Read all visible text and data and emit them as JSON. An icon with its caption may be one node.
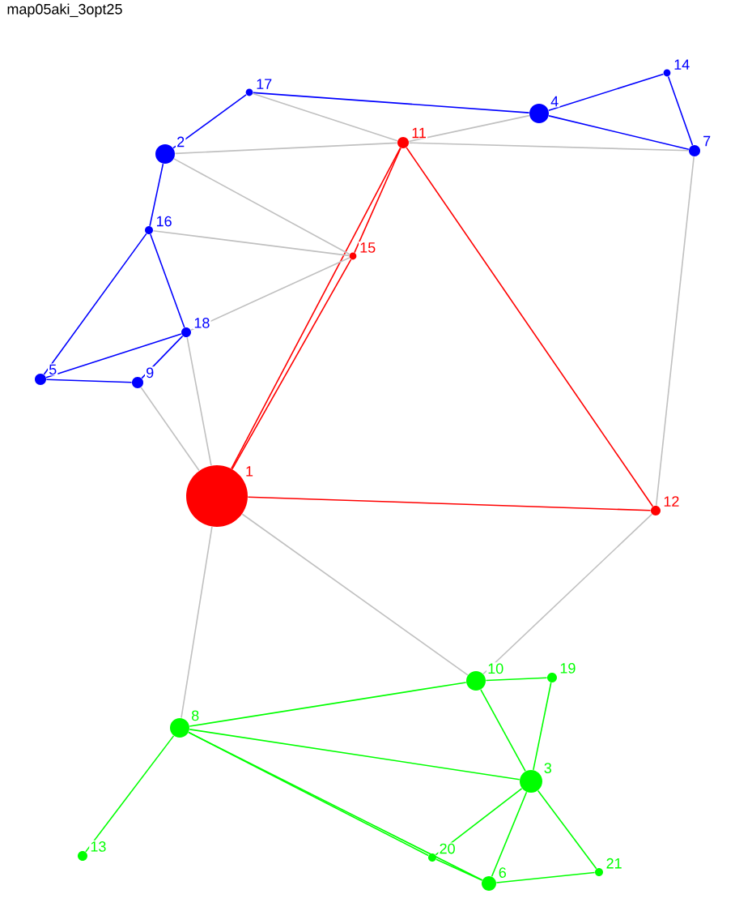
{
  "diagram": {
    "title": "map05aki_3opt25",
    "nodes": [
      {
        "text": [],
        "shape": "circle",
        "beside": [
          "1"
        ]
      },
      {
        "text": [],
        "shape": "circle",
        "beside": [
          "2"
        ]
      },
      {
        "text": [],
        "shape": "circle",
        "beside": [
          "3"
        ]
      },
      {
        "text": [],
        "shape": "circle",
        "beside": [
          "4"
        ]
      },
      {
        "text": [],
        "shape": "circle",
        "beside": [
          "5"
        ]
      },
      {
        "text": [],
        "shape": "circle",
        "beside": [
          "6"
        ]
      },
      {
        "text": [],
        "shape": "circle",
        "beside": [
          "7"
        ]
      },
      {
        "text": [],
        "shape": "circle",
        "beside": [
          "8"
        ]
      },
      {
        "text": [],
        "shape": "circle",
        "beside": [
          "9"
        ]
      },
      {
        "text": [],
        "shape": "circle",
        "beside": [
          "10"
        ]
      },
      {
        "text": [],
        "shape": "circle",
        "beside": [
          "11"
        ]
      },
      {
        "text": [],
        "shape": "circle",
        "beside": [
          "12"
        ]
      },
      {
        "text": [],
        "shape": "circle",
        "beside": [
          "13"
        ]
      },
      {
        "text": [],
        "shape": "circle",
        "beside": [
          "14"
        ]
      },
      {
        "text": [],
        "shape": "circle",
        "beside": [
          "15"
        ]
      },
      {
        "text": [],
        "shape": "circle",
        "beside": [
          "16"
        ]
      },
      {
        "text": [],
        "shape": "circle",
        "beside": [
          "17"
        ]
      },
      {
        "text": [],
        "shape": "circle",
        "beside": [
          "18"
        ]
      },
      {
        "text": [],
        "shape": "circle",
        "beside": [
          "19"
        ]
      },
      {
        "text": [],
        "shape": "circle",
        "beside": [
          "20"
        ]
      },
      {
        "text": [],
        "shape": "circle",
        "beside": [
          "21"
        ]
      }
    ],
    "edges": [
      {
        "from": 16,
        "to": 1,
        "arrow": "none",
        "color": "#0000ff"
      },
      {
        "from": 16,
        "to": 3,
        "arrow": "none",
        "color": "#0000ff"
      },
      {
        "from": 3,
        "to": 13,
        "arrow": "none",
        "color": "#0000ff"
      },
      {
        "from": 3,
        "to": 6,
        "arrow": "none",
        "color": "#0000ff"
      },
      {
        "from": 13,
        "to": 6,
        "arrow": "none",
        "color": "#0000ff"
      },
      {
        "from": 1,
        "to": 15,
        "arrow": "none",
        "color": "#0000ff"
      },
      {
        "from": 15,
        "to": 4,
        "arrow": "none",
        "color": "#0000ff"
      },
      {
        "from": 15,
        "to": 17,
        "arrow": "none",
        "color": "#0000ff"
      },
      {
        "from": 4,
        "to": 17,
        "arrow": "none",
        "color": "#0000ff"
      },
      {
        "from": 4,
        "to": 8,
        "arrow": "none",
        "color": "#0000ff"
      },
      {
        "from": 8,
        "to": 17,
        "arrow": "none",
        "color": "#0000ff"
      },
      {
        "from": 0,
        "to": 10,
        "arrow": "none",
        "color": "#ff0000"
      },
      {
        "from": 0,
        "to": 14,
        "arrow": "none",
        "color": "#ff0000"
      },
      {
        "from": 14,
        "to": 10,
        "arrow": "none",
        "color": "#ff0000"
      },
      {
        "from": 10,
        "to": 11,
        "arrow": "none",
        "color": "#ff0000"
      },
      {
        "from": 0,
        "to": 11,
        "arrow": "none",
        "color": "#ff0000"
      },
      {
        "from": 16,
        "to": 10,
        "arrow": "none",
        "color": "#c0c0c0"
      },
      {
        "from": 1,
        "to": 10,
        "arrow": "none",
        "color": "#c0c0c0"
      },
      {
        "from": 10,
        "to": 3,
        "arrow": "none",
        "color": "#c0c0c0"
      },
      {
        "from": 10,
        "to": 6,
        "arrow": "none",
        "color": "#c0c0c0"
      },
      {
        "from": 1,
        "to": 14,
        "arrow": "none",
        "color": "#c0c0c0"
      },
      {
        "from": 15,
        "to": 14,
        "arrow": "none",
        "color": "#c0c0c0"
      },
      {
        "from": 17,
        "to": 14,
        "arrow": "none",
        "color": "#c0c0c0"
      },
      {
        "from": 6,
        "to": 11,
        "arrow": "none",
        "color": "#c0c0c0"
      },
      {
        "from": 17,
        "to": 0,
        "arrow": "none",
        "color": "#c0c0c0"
      },
      {
        "from": 8,
        "to": 0,
        "arrow": "none",
        "color": "#c0c0c0"
      },
      {
        "from": 0,
        "to": 7,
        "arrow": "none",
        "color": "#c0c0c0"
      },
      {
        "from": 0,
        "to": 9,
        "arrow": "none",
        "color": "#c0c0c0"
      },
      {
        "from": 11,
        "to": 9,
        "arrow": "none",
        "color": "#c0c0c0"
      },
      {
        "from": 7,
        "to": 9,
        "arrow": "none",
        "color": "#00ff00"
      },
      {
        "from": 9,
        "to": 18,
        "arrow": "none",
        "color": "#00ff00"
      },
      {
        "from": 9,
        "to": 2,
        "arrow": "none",
        "color": "#00ff00"
      },
      {
        "from": 18,
        "to": 2,
        "arrow": "none",
        "color": "#00ff00"
      },
      {
        "from": 7,
        "to": 2,
        "arrow": "none",
        "color": "#00ff00"
      },
      {
        "from": 7,
        "to": 19,
        "arrow": "none",
        "color": "#00ff00"
      },
      {
        "from": 7,
        "to": 5,
        "arrow": "none",
        "color": "#00ff00"
      },
      {
        "from": 19,
        "to": 5,
        "arrow": "none",
        "color": "#00ff00"
      },
      {
        "from": 2,
        "to": 19,
        "arrow": "none",
        "color": "#00ff00"
      },
      {
        "from": 2,
        "to": 5,
        "arrow": "none",
        "color": "#00ff00"
      },
      {
        "from": 2,
        "to": 20,
        "arrow": "none",
        "color": "#00ff00"
      },
      {
        "from": 5,
        "to": 20,
        "arrow": "none",
        "color": "#00ff00"
      },
      {
        "from": 7,
        "to": 12,
        "arrow": "none",
        "color": "#00ff00"
      }
    ]
  }
}
